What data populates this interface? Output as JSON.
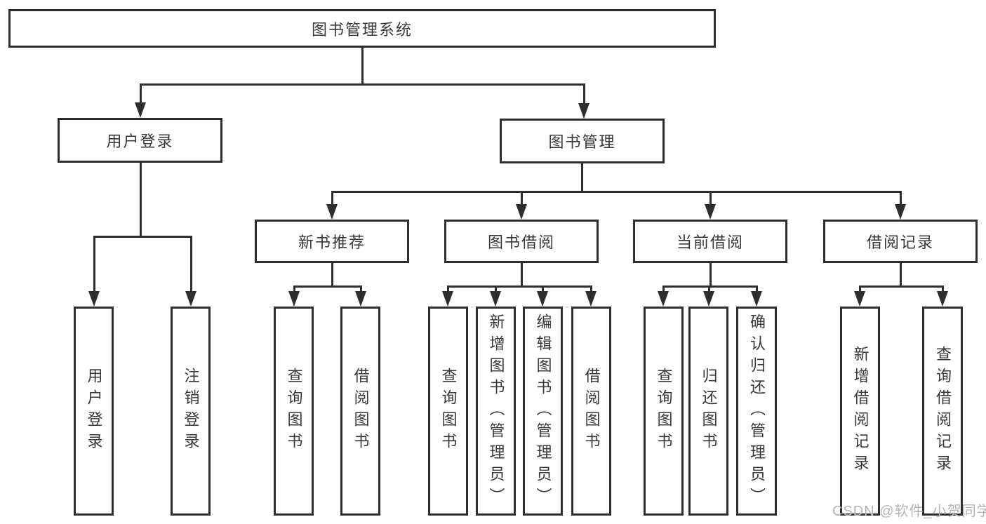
{
  "page": {
    "background": "#ffffff",
    "line_color": "#2e2e2e",
    "text_color": "#383838",
    "watermark": "CSDN @软件_小贺同学",
    "watermark_color": "#b5b5b5"
  },
  "tree": {
    "root": {
      "label": "图书管理系统",
      "children": [
        {
          "label": "用户登录",
          "children": [
            {
              "label": "用户登录"
            },
            {
              "label": "注销登录"
            }
          ]
        },
        {
          "label": "图书管理",
          "children": [
            {
              "label": "新书推荐",
              "children": [
                {
                  "label": "查询图书"
                },
                {
                  "label": "借阅图书"
                }
              ]
            },
            {
              "label": "图书借阅",
              "children": [
                {
                  "label": "查询图书"
                },
                {
                  "label": "新增图书（管理员）"
                },
                {
                  "label": "编辑图书（管理员）"
                },
                {
                  "label": "借阅图书"
                }
              ]
            },
            {
              "label": "当前借阅",
              "children": [
                {
                  "label": "查询图书"
                },
                {
                  "label": "归还图书"
                },
                {
                  "label": "确认归还（管理员）"
                }
              ]
            },
            {
              "label": "借阅记录",
              "children": [
                {
                  "label": "新增借阅记录"
                },
                {
                  "label": "查询借阅记录"
                }
              ]
            }
          ]
        }
      ]
    }
  }
}
